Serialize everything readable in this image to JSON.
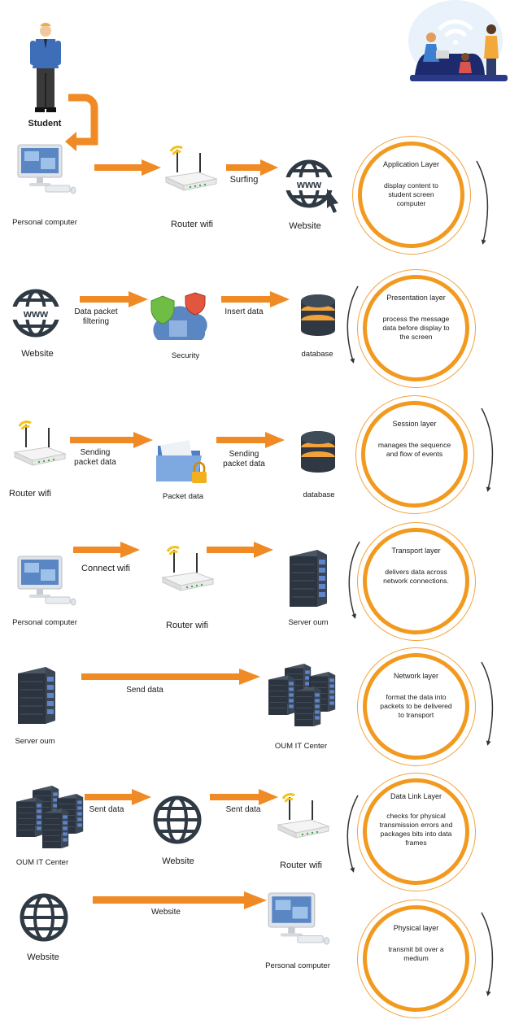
{
  "top": {
    "student": "Student"
  },
  "rows": [
    {
      "left": "Personal computer",
      "arrow1": "",
      "mid": "Router wifi",
      "arrow2": "Surfing",
      "right": "Website",
      "layer_title": "Application Layer",
      "layer_desc": "display content to student screen computer"
    },
    {
      "left": "Website",
      "arrow1": "Data packet filtering",
      "mid": "Security",
      "arrow2": "Insert data",
      "right": "database",
      "layer_title": "Presentation layer",
      "layer_desc": "process the message data before display to the screen"
    },
    {
      "left": "Router wifi",
      "arrow1": "Sending packet data",
      "mid": "Packet data",
      "arrow2": "Sending packet data",
      "right": "database",
      "layer_title": "Session layer",
      "layer_desc": "manages the sequence and flow of events"
    },
    {
      "left": "Personal computer",
      "arrow1": "Connect wifi",
      "mid": "Router wifi",
      "arrow2": "",
      "right": "Server oum",
      "layer_title": "Transport layer",
      "layer_desc": "delivers data across network connections."
    },
    {
      "left": "Server oum",
      "arrow1": "Send data",
      "mid": "",
      "arrow2": "",
      "right": "OUM IT Center",
      "layer_title": "Network layer",
      "layer_desc": "format the data into packets to be delivered to transport"
    },
    {
      "left": "OUM IT Center",
      "arrow1": "Sent data",
      "mid": "Website",
      "arrow2": "Sent data",
      "right": "Router wifi",
      "layer_title": "Data Link Layer",
      "layer_desc": "checks for physical transmission errors and packages bits into data frames"
    },
    {
      "left": "Website",
      "arrow1": "Website",
      "mid": "",
      "arrow2": "",
      "right": "Personal computer",
      "layer_title": "Physical layer",
      "layer_desc": "transmit bit over a medium"
    }
  ],
  "icons": {
    "student": "student-person-icon",
    "computer": "personal-computer-icon",
    "router": "wifi-router-icon",
    "website": "globe-www-icon",
    "security": "security-cloud-shield-icon",
    "database": "database-icon",
    "packet": "folder-lock-icon",
    "server": "server-rack-icon",
    "datacenter": "data-center-icon",
    "users": "people-wifi-illustration-icon"
  },
  "colors": {
    "accent": "#f29a1f",
    "arrow": "#f08a24",
    "dark": "#2f3a45"
  }
}
